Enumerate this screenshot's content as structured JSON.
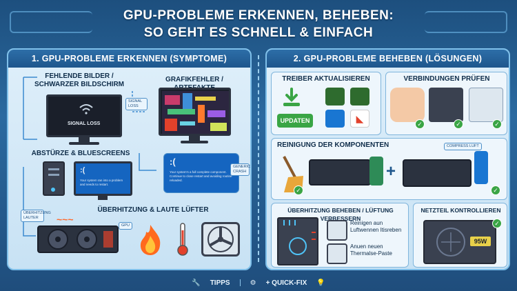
{
  "title": {
    "line1": "GPU-PROBLEME ERKENNEN, BEHEBEN:",
    "line2": "SO GEHT ES SCHNELL & EINFACH"
  },
  "left_panel": {
    "heading": "1. GPU-PROBLEME ERKENNEN (SYMPTOME)",
    "symptoms": {
      "no_image": "FEHLENDE BILDER / SCHWARZER BILDSCHIRM",
      "artifacts": "GRAFIKFEHLER / ARTEFAKTE",
      "crashes": "ABSTÜRZE & BLUESCREENS",
      "overheating": "ÜBERHITZUNG & LAUTE LÜFTER"
    },
    "screens": {
      "signal_loss": "SIGNAL LOSS",
      "bsod_face": ":(",
      "bsod_text": "Your system ran into a problem and needs to restart.",
      "bsod_big_face": ":(",
      "bsod_big_text": "Your system's a full complete component. Continue to close restart and avoiding routine reloaded."
    },
    "tags": {
      "signal_loss": "SIGNAL LOSS",
      "generic_crash": "GENERIC CRASH",
      "overheat": "ÜBERHITZUNG LAUTER",
      "gpu": "GPU"
    }
  },
  "right_panel": {
    "heading": "2. GPU-PROBLEME BEHEBEN (LÖSUNGEN)",
    "update_drivers": {
      "label": "TREIBER AKTUALISIEREN",
      "button": "UPDATEN"
    },
    "check_connections": {
      "label": "VERBINDUNGEN PRÜFEN"
    },
    "cleaning": {
      "label": "REINIGUNG DER KOMPONENTEN",
      "tag": "COMPRESS LUFT",
      "plus": "+"
    },
    "cooling": {
      "label": "ÜBERHITZUNG BEHEBEN / LÜFTUNG VERBESSERN",
      "step1": "Reinigen aun Luftwennen Itisreben",
      "step2": "Anuen neuen Thermalse-Paste"
    },
    "psu": {
      "label": "NETZTEIL KONTROLLIEREN",
      "watt": "95W"
    }
  },
  "footer": {
    "tips": "TIPPS",
    "quickfix": "+ QUICK-FIX"
  },
  "colors": {
    "accent": "#2d6ea8",
    "check_green": "#3aa545",
    "warning_red": "#e2412b"
  }
}
